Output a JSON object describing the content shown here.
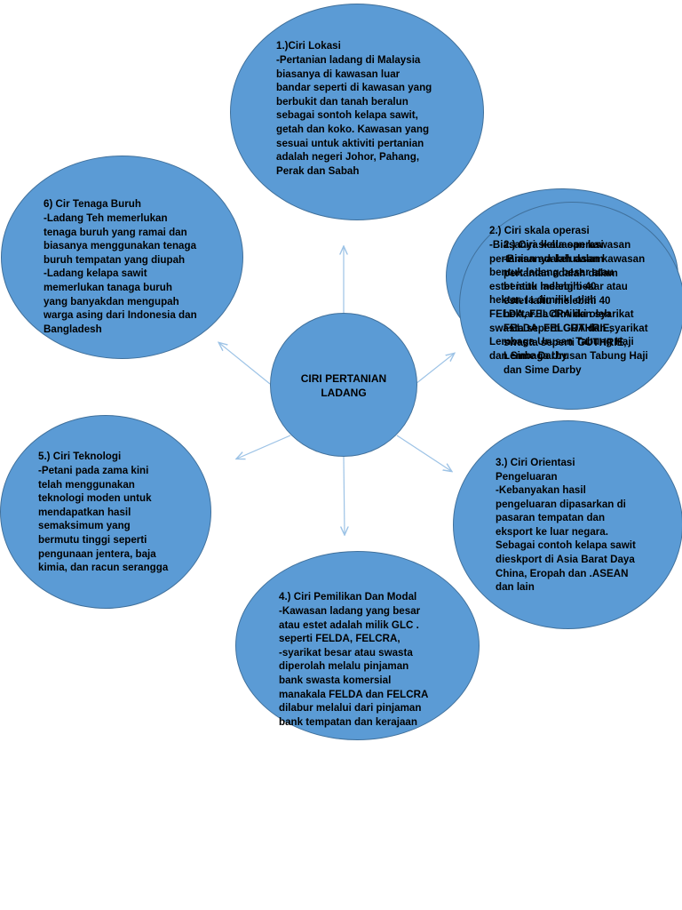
{
  "center": {
    "title": "CIRI PERTANIAN\nLADANG"
  },
  "nodes": [
    {
      "id": "lokasi",
      "heading": "1.)Ciri Lokasi",
      "body": "-Pertanian ladang  di Malaysia\nbiasanya di kawasan luar\nbandar seperti di kawasan yang\nberbukit dan tanah beralun\nsebagai sontoh kelapa sawit,\ngetah dan koko. Kawasan yang\nsesuai untuk aktiviti pertanian\nadalah negeri Johor, Pahang,\nPerak dan Sabah"
    },
    {
      "id": "skala-operasi",
      "heading": "2.) Ciri skala operasi",
      "body": "-Biasanya keluasan kawasan\npertanian adalah dalam\nbentuk ladang besar atau\nestet iaitu melebihi 40\nhektar. Ia dimiliki oleh\nFELDA, FELCRA dan syarikat\nswasta seperti GUTHRIE,\nLembaga Urusan Tabung Haji\ndan Sime Darby"
    },
    {
      "id": "orientasi",
      "heading": "3.) Ciri Orientasi\nPengeluaran",
      "body": "-Kebanyakan hasil\npengeluaran dipasarkan di\npasaran tempatan dan\neksport ke luar negara.\nSebagai contoh kelapa sawit\ndieskport di Asia Barat Daya\nChina, Eropah dan .ASEAN\ndan lain"
    },
    {
      "id": "pemilikan",
      "heading": "4.) Ciri Pemilikan Dan Modal",
      "body": "-Kawasan ladang yang besar\natau estet adalah milik GLC .\nseperti FELDA, FELCRA,\n-syarikat besar atau swasta\ndiperolah melalu pinjaman\nbank swasta komersial\nmanakala FELDA dan FELCRA\ndilabur melalui dari pinjaman\nbank tempatan dan kerajaan"
    },
    {
      "id": "teknologi",
      "heading": "5.) Ciri Teknologi",
      "body": "-Petani pada zama kini\ntelah menggunakan\nteknologi moden untuk\nmendapatkan hasil\nsemaksimum yang\nbermutu tinggi seperti\npengunaan jentera, baja\nkimia, dan racun serangga"
    },
    {
      "id": "tenaga-buruh",
      "heading": "6) Cir Tenaga Buruh",
      "body": "-Ladang Teh memerlukan\ntenaga buruh yang ramai dan\nbiasanya menggunakan tenaga\nburuh tempatan yang diupah\n-Ladang kelapa sawit\nmemerlukan tanaga buruh\nyang banyakdan mengupah\nwarga asing dari Indonesia dan\nBangladesh"
    }
  ],
  "duplicate_overlay": {
    "heading": "2.) Ciri skala operasi",
    "body": "-Biasanya keluasan kawasan\npertanian adalah dalam\nbentuk ladang besar atau\nestet iaitu melebihi 40\nhektar. Ia dimiliki oleh\nFELDA, FELCRA dan syarikat\nswasta seperti GUTHRIE,\nLembaga Urusan Tabung Haji\ndan Sime Darby"
  },
  "colors": {
    "bubble_fill": "#5b9bd5",
    "bubble_stroke": "#41719c",
    "arrow": "#9dc3e6"
  }
}
